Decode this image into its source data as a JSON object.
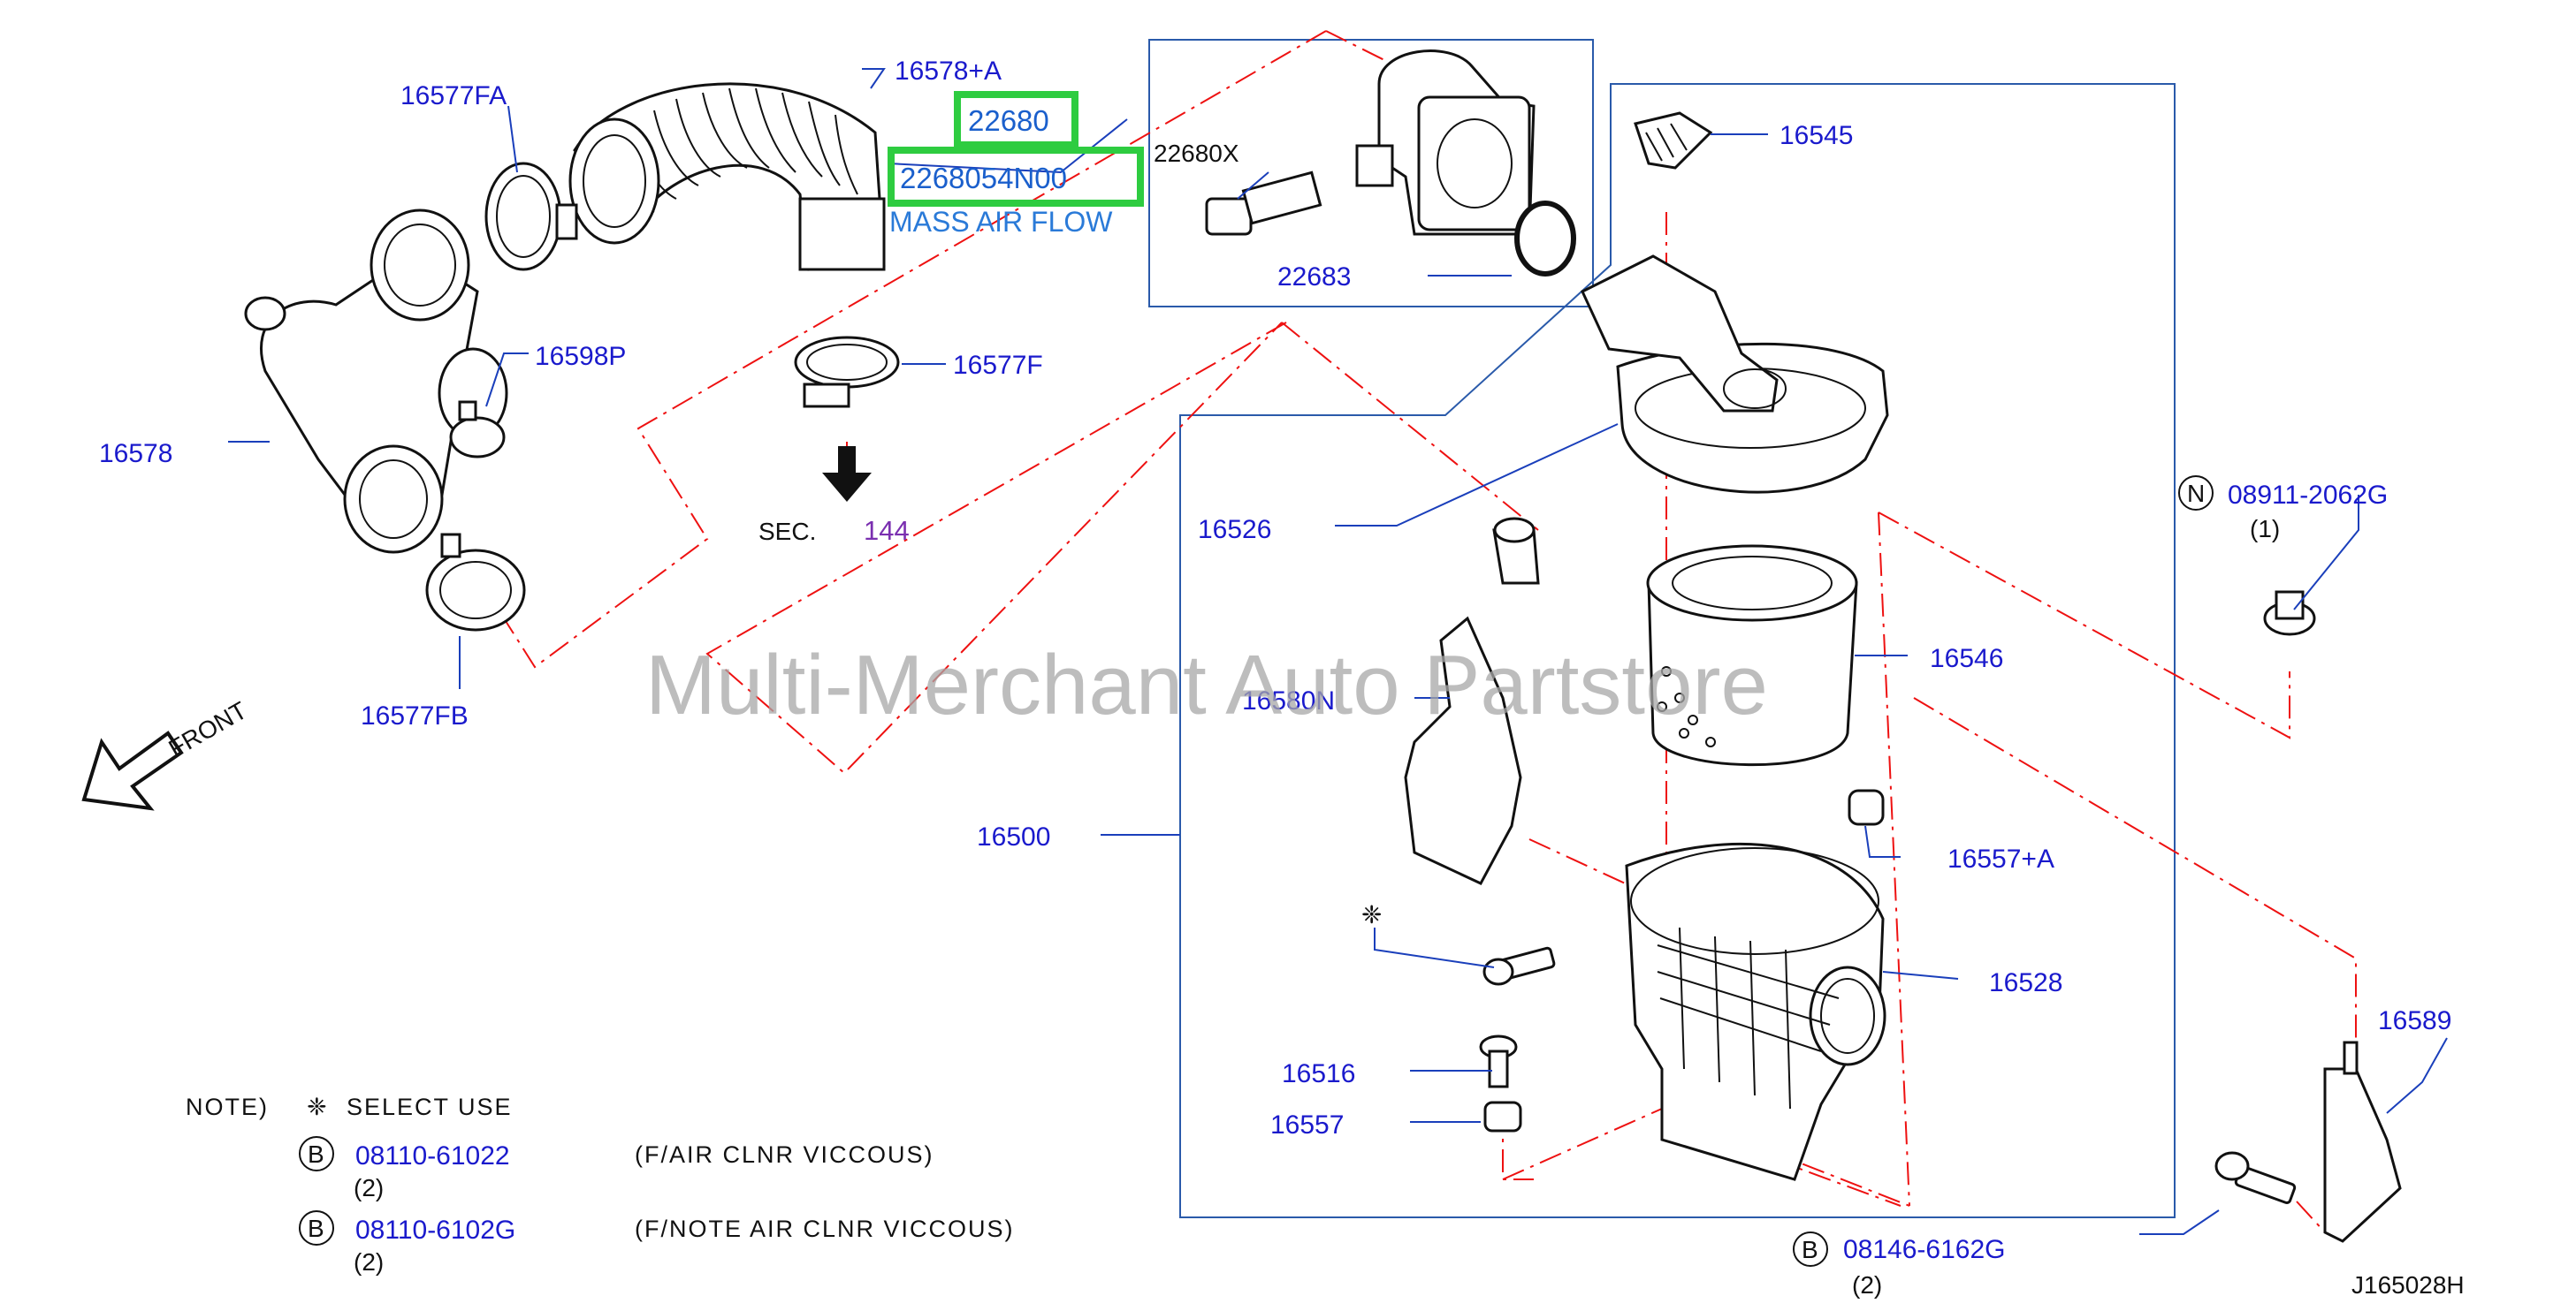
{
  "watermark": "Multi-Merchant Auto Partstore",
  "diagram_id": "J165028H",
  "front_label": "FRONT",
  "sec_ref": {
    "prefix": "SEC.",
    "number": "144"
  },
  "highlight": {
    "part_a": "22680",
    "part_b": "2268054N00",
    "description": "MASS AIR FLOW"
  },
  "parts": {
    "p16577FA": "16577FA",
    "p16578A": "16578+A",
    "p22680X": "22680X",
    "p22683": "22683",
    "p16545": "16545",
    "p16598P": "16598P",
    "p16577F": "16577F",
    "p16578": "16578",
    "p16526": "16526",
    "p16577FB": "16577FB",
    "p16580N": "16580N",
    "p16546": "16546",
    "p16500": "16500",
    "p16557A": "16557+A",
    "p16528": "16528",
    "p16516": "16516",
    "p16557": "16557",
    "p16589": "16589",
    "n08911": "08911-2062G",
    "n08911_qty": "(1)",
    "b08146": "08146-6162G",
    "b08146_qty": "(2)"
  },
  "circle_letters": {
    "n": "N",
    "b": "B"
  },
  "notes": {
    "title": "NOTE)",
    "select_use": "SELECT USE",
    "items": [
      {
        "letter": "B",
        "part": "08110-61022",
        "qty": "(2)",
        "desc": "(F/AIR CLNR VICCOUS)"
      },
      {
        "letter": "B",
        "part": "08110-6102G",
        "qty": "(2)",
        "desc": "(F/NOTE AIR CLNR VICCOUS)"
      }
    ]
  },
  "icons": {
    "select_use": "asterisk-flower-icon",
    "front": "front-arrow-icon"
  },
  "colors": {
    "part_label": "#1a1acc",
    "highlight": "#2ecc40",
    "dashed_line": "#e11111"
  }
}
